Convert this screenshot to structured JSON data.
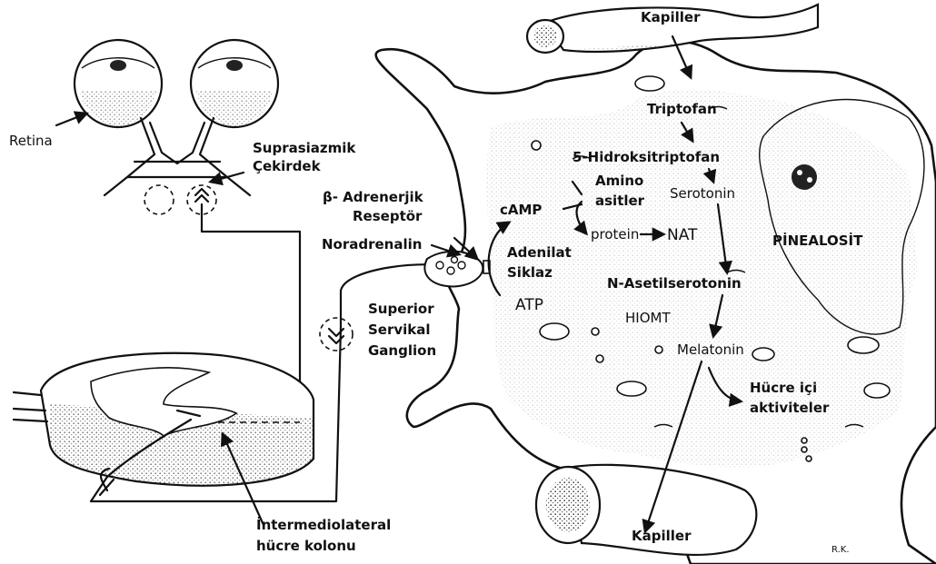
{
  "labels": {
    "retina": "Retina",
    "suprachiasmatic_1": "Suprasiazmik",
    "suprachiasmatic_2": "Çekirdek",
    "beta_receptor_1": "β- Adrenerjik",
    "beta_receptor_2": "Reseptör",
    "noradrenalin": "Noradrenalin",
    "superior_1": "Superior",
    "superior_2": "Servikal",
    "superior_3": "Ganglion",
    "intermediolateral_1": "İntermediolateral",
    "intermediolateral_2": "hücre kolonu",
    "kapiller_top": "Kapiller",
    "kapiller_bottom": "Kapiller",
    "triptofan": "Triptofan",
    "hydroxytryptophan": "5-Hidroksitriptofan",
    "amino_1": "Amino",
    "amino_2": "asitler",
    "camp": "cAMP",
    "serotonin": "Serotonin",
    "protein": "protein",
    "nat": "NAT",
    "adenilat_1": "Adenilat",
    "adenilat_2": "Siklaz",
    "pinealosit": "PİNEALOSİT",
    "n_acetyl": "N-Asetilserotonin",
    "atp": "ATP",
    "hiomt": "HIOMT",
    "melatonin": "Melatonin",
    "hucre_1": "Hücre içi",
    "hucre_2": "aktiviteler",
    "signature": "R.K."
  },
  "colors": {
    "ink": "#111111",
    "paper": "#ffffff"
  }
}
